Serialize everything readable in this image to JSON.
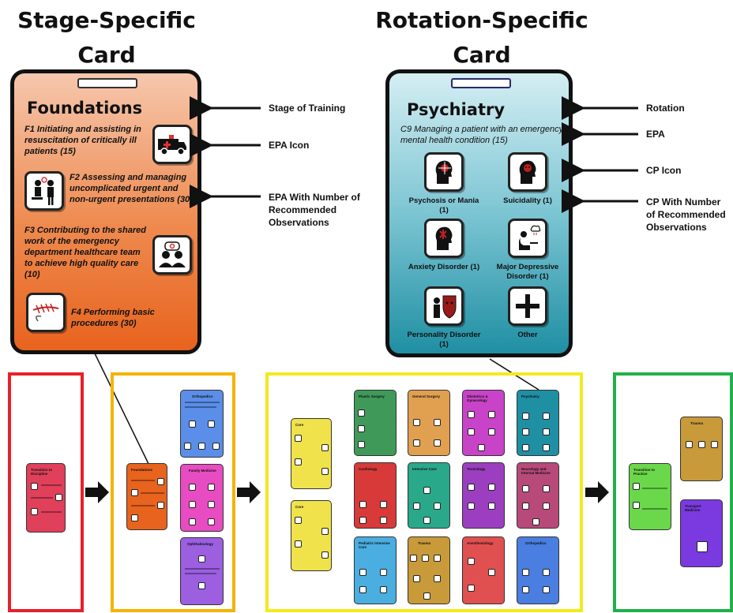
{
  "headings": {
    "stage": [
      "Stage-Specific",
      "Card"
    ],
    "rotation": [
      "Rotation-Specific",
      "Card"
    ]
  },
  "stage_card": {
    "title": "Foundations",
    "color": "#e8631e",
    "epas": [
      {
        "text": "F1 Initiating and assisting in resuscitation of critically ill patients (15)",
        "icon": "ambulance-icon"
      },
      {
        "text": "F2 Assessing and managing uncomplicated urgent and non-urgent presentations (30)",
        "icon": "patient-exam-icon"
      },
      {
        "text": "F3 Contributing to the shared work of the emergency department healthcare team to achieve high quality care (10)",
        "icon": "team-icon"
      },
      {
        "text": "F4 Performing basic procedures (30)",
        "icon": "suture-icon"
      }
    ]
  },
  "rotation_card": {
    "title": "Psychiatry",
    "color": "#1f8fa3",
    "epa": "C9 Managing a patient with an emergency mental health condition (15)",
    "cps": [
      {
        "label": "Psychosis or Mania (1)",
        "icon": "psychosis-icon"
      },
      {
        "label": "Suicidality (1)",
        "icon": "suicidality-icon"
      },
      {
        "label": "Anxiety Disorder (1)",
        "icon": "anxiety-icon"
      },
      {
        "label": "Major Depressive Disorder (1)",
        "icon": "depression-icon"
      },
      {
        "label": "Personality Disorder (1)",
        "icon": "personality-icon"
      },
      {
        "label": "Other",
        "icon": "plus-icon"
      }
    ]
  },
  "left_annotations": [
    "Stage of Training",
    "EPA Icon",
    "EPA With Number of Recommended Observations"
  ],
  "right_annotations": [
    "Rotation",
    "EPA",
    "CP Icon",
    "CP With Number of Recommended Observations"
  ],
  "stages": [
    {
      "color": "#e8202a",
      "cards": [
        {
          "title": "Transition to Discipline",
          "color": "#e0405a"
        }
      ]
    },
    {
      "color": "#f4b400",
      "cards": [
        {
          "title": "Foundations",
          "color": "#e8631e"
        },
        {
          "title": "Orthopedics",
          "color": "#5a8ee8"
        },
        {
          "title": "Family Medicine",
          "color": "#e84cc2"
        },
        {
          "title": "Ophthalmology",
          "color": "#9b5fe0"
        }
      ]
    },
    {
      "color": "#f2ea1e",
      "cards": [
        {
          "title": "Core",
          "color": "#f0e24a"
        },
        {
          "title": "Core",
          "color": "#f0e24a"
        },
        {
          "title": "Plastic Surgery",
          "color": "#3f9a5a"
        },
        {
          "title": "General Surgery",
          "color": "#e0a050"
        },
        {
          "title": "Obstetrics & Gynecology",
          "color": "#c843c8"
        },
        {
          "title": "Psychiatry",
          "color": "#1f8fa3"
        },
        {
          "title": "Cardiology",
          "color": "#d83a3a"
        },
        {
          "title": "Intensive Care",
          "color": "#2aa88a"
        },
        {
          "title": "Toxicology",
          "color": "#9b3fc0"
        },
        {
          "title": "Neurology and Internal Medicine",
          "color": "#b84a7a"
        },
        {
          "title": "Pediatric Intensive Care",
          "color": "#4aaee0"
        },
        {
          "title": "Trauma",
          "color": "#c89a3a"
        },
        {
          "title": "Anesthesiology",
          "color": "#e05050"
        },
        {
          "title": "Orthopedics",
          "color": "#4a7ee0"
        }
      ]
    },
    {
      "color": "#22b04a",
      "cards": [
        {
          "title": "Transition to Practice",
          "color": "#6ad84a"
        },
        {
          "title": "Trauma",
          "color": "#c89a3a"
        },
        {
          "title": "Transport Medicine",
          "color": "#7a3ae0"
        }
      ]
    }
  ]
}
